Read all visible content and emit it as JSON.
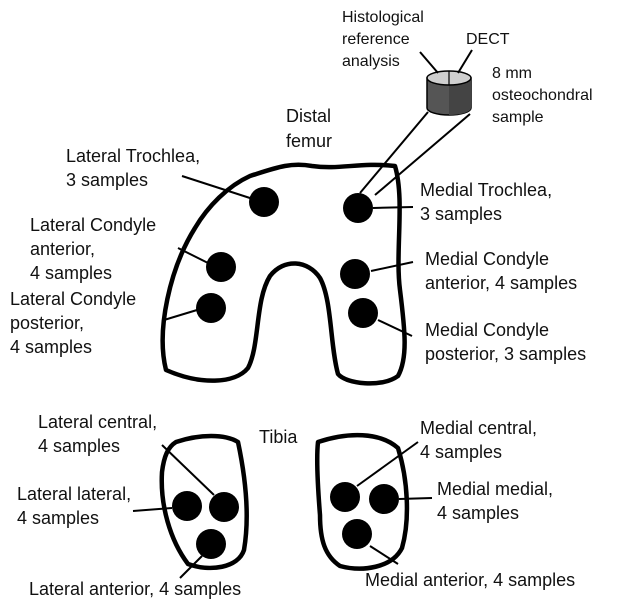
{
  "sample": {
    "histology_line1": "Histological",
    "histology_line2": "reference",
    "histology_line3": "analysis",
    "dect": "DECT",
    "size_line1": "8 mm",
    "size_line2": "osteochondral",
    "size_line3": "sample"
  },
  "femur": {
    "title_line1": "Distal",
    "title_line2": "femur",
    "regions": [
      {
        "line1": "Lateral Trochlea,",
        "line2": "3 samples"
      },
      {
        "line1": "Lateral Condyle",
        "line2": "anterior,",
        "line3": "4 samples"
      },
      {
        "line1": "Lateral Condyle",
        "line2": "posterior,",
        "line3": "4 samples"
      },
      {
        "line1": "Medial Trochlea,",
        "line2": "3 samples"
      },
      {
        "line1": "Medial Condyle",
        "line2": "anterior, 4 samples"
      },
      {
        "line1": "Medial Condyle",
        "line2": "posterior, 3 samples"
      }
    ]
  },
  "tibia": {
    "title": "Tibia",
    "regions": [
      {
        "line1": "Lateral central,",
        "line2": "4 samples"
      },
      {
        "line1": "Lateral lateral,",
        "line2": "4 samples"
      },
      {
        "line1": "Lateral anterior, 4 samples"
      },
      {
        "line1": "Medial central,",
        "line2": "4 samples"
      },
      {
        "line1": "Medial medial,",
        "line2": "4 samples"
      },
      {
        "line1": "Medial anterior, 4 samples"
      }
    ]
  },
  "colors": {
    "outline": "#000000",
    "cylinder_top": "#c8c8c8",
    "cylinder_side": "#555555"
  }
}
